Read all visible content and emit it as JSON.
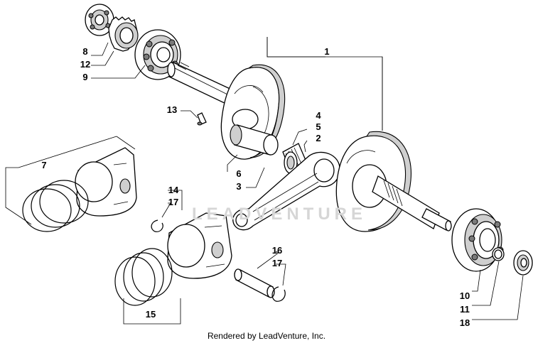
{
  "callouts": {
    "c1": "1",
    "c2": "2",
    "c3": "3",
    "c4": "4",
    "c5": "5",
    "c6": "6",
    "c7": "7",
    "c8": "8",
    "c9": "9",
    "c10": "10",
    "c11": "11",
    "c12": "12",
    "c13": "13",
    "c14": "14",
    "c15": "15",
    "c16": "16",
    "c17a": "17",
    "c17b": "17",
    "c18": "18"
  },
  "watermark": "LEADVENTURE",
  "footer": "Rendered by LeadVenture, Inc."
}
